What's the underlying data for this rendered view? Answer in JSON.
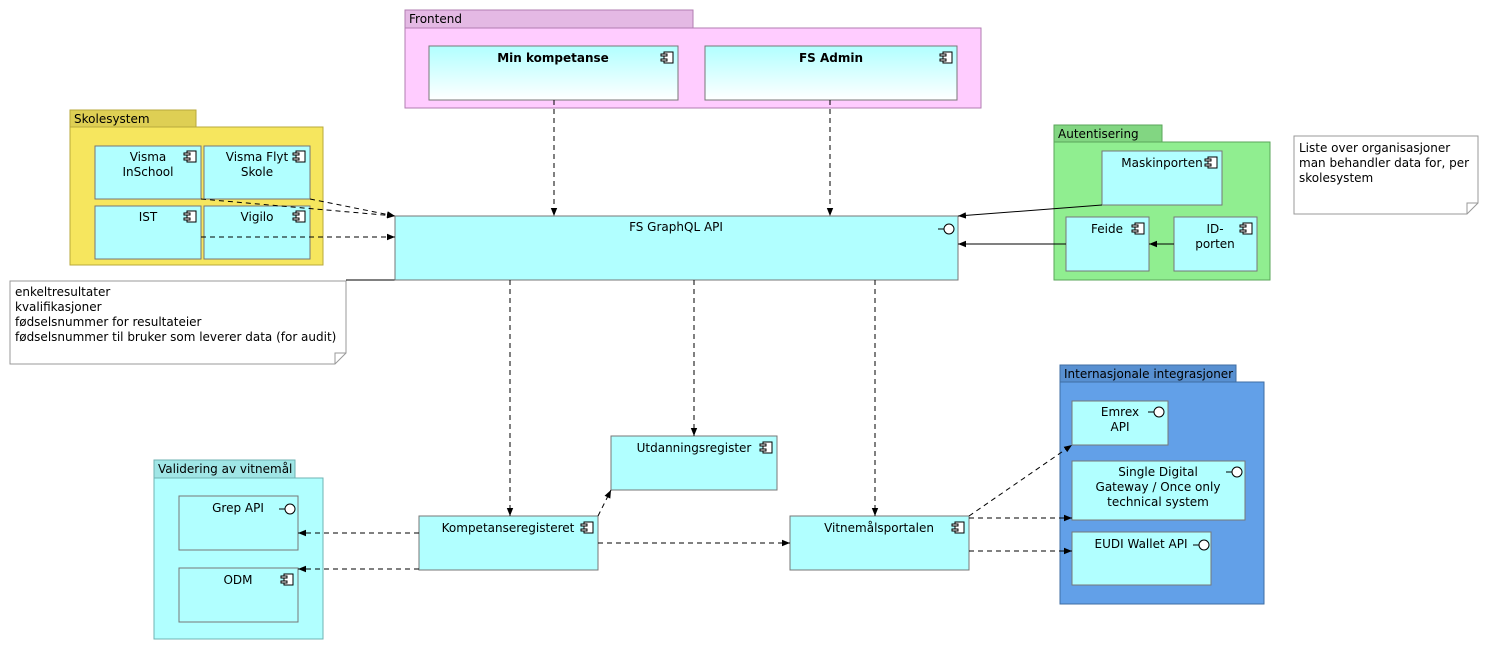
{
  "colors": {
    "frontend": "#ffccff",
    "frontend_tab": "#e4b9e4",
    "skolesystem": "#f6e65e",
    "skolesystem_tab": "#decf54",
    "autentisering": "#90ee90",
    "autentisering_tab": "#82d682",
    "internasjonale": "#62a0e8",
    "internasjonale_tab": "#5890d1",
    "validering": "#b1ffff",
    "validering_tab": "#a0e6e6",
    "component": "#b1ffff",
    "note": "#ffffff",
    "edge": "#000000"
  },
  "packages": {
    "frontend": "Frontend",
    "skolesystem": "Skolesystem",
    "autentisering": "Autentisering",
    "internasjonale": "Internasjonale integrasjoner",
    "validering": "Validering av vitnemål"
  },
  "components": {
    "min_kompetanse": "Min kompetanse",
    "fs_admin": "FS Admin",
    "visma_inschool": [
      "Visma",
      "InSchool"
    ],
    "visma_flyt": [
      "Visma Flyt",
      "Skole"
    ],
    "ist": "IST",
    "vigilo": "Vigilo",
    "fs_graphql": "FS GraphQL API",
    "maskinporten": "Maskinporten",
    "feide": "Feide",
    "idporten": [
      "ID-",
      "porten"
    ],
    "utdanningsregister": "Utdanningsregister",
    "kompetanseregisteret": "Kompetanseregisteret",
    "vitnemalsportalen": "Vitnemålsportalen",
    "grep_api": "Grep API",
    "odm": "ODM",
    "emrex": [
      "Emrex",
      "API"
    ],
    "sdg": [
      "Single Digital",
      "Gateway / Once only",
      "technical system"
    ],
    "eudi": "EUDI Wallet API"
  },
  "notes": {
    "skolesystem_note": [
      "enkeltresultater",
      "kvalifikasjoner",
      "fødselsnummer for resultateier",
      "fødselsnummer til bruker som leverer data (for audit)"
    ],
    "org_note": [
      "Liste over organisasjoner",
      "man behandler data for, per",
      "skolesystem"
    ]
  }
}
